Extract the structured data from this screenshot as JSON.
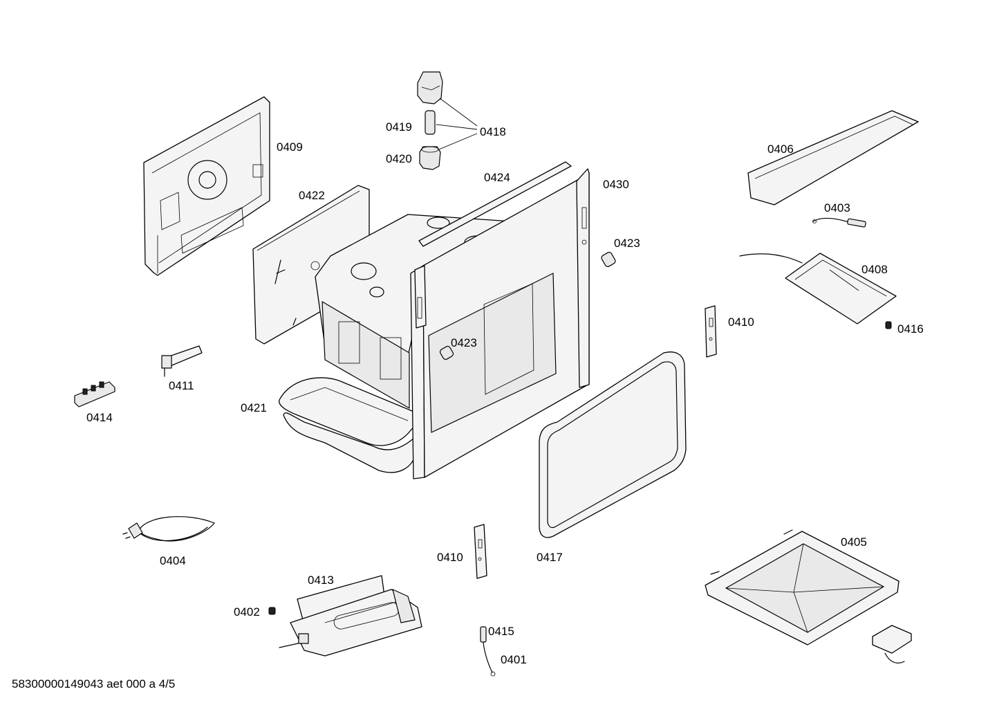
{
  "labels": {
    "p0401": "0401",
    "p0402": "0402",
    "p0403": "0403",
    "p0404": "0404",
    "p0405": "0405",
    "p0406": "0406",
    "p0408": "0408",
    "p0409": "0409",
    "p0410a": "0410",
    "p0410b": "0410",
    "p0411": "0411",
    "p0413": "0413",
    "p0414": "0414",
    "p0415": "0415",
    "p0416": "0416",
    "p0417": "0417",
    "p0418": "0418",
    "p0419": "0419",
    "p0420": "0420",
    "p0421": "0421",
    "p0422": "0422",
    "p0423a": "0423",
    "p0423b": "0423",
    "p0424": "0424",
    "p0430": "0430"
  },
  "footer": {
    "reference": "58300000149043 aet 000 a 4/5"
  }
}
